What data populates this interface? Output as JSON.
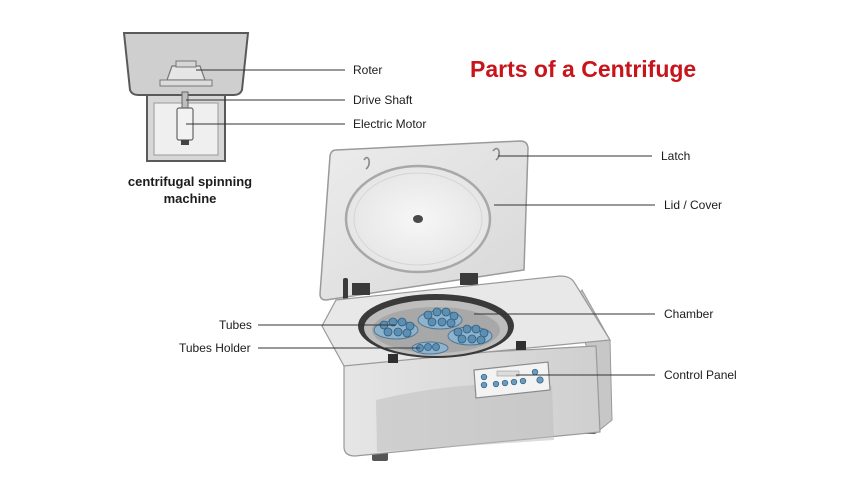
{
  "title": "Parts of a Centrifuge",
  "inset_caption": "centrifugal spinning machine",
  "labels": {
    "roter": "Roter",
    "drive_shaft": "Drive Shaft",
    "electric_motor": "Electric Motor",
    "latch": "Latch",
    "lid_cover": "Lid / Cover",
    "chamber": "Chamber",
    "tubes": "Tubes",
    "tubes_holder": "Tubes Holder",
    "control_panel": "Control Panel"
  },
  "colors": {
    "title": "#c8141b",
    "body": "#dcdcdc",
    "lid": "#e3e3e3",
    "tube_blue": "#5d8fb2",
    "leader": "#333333"
  }
}
